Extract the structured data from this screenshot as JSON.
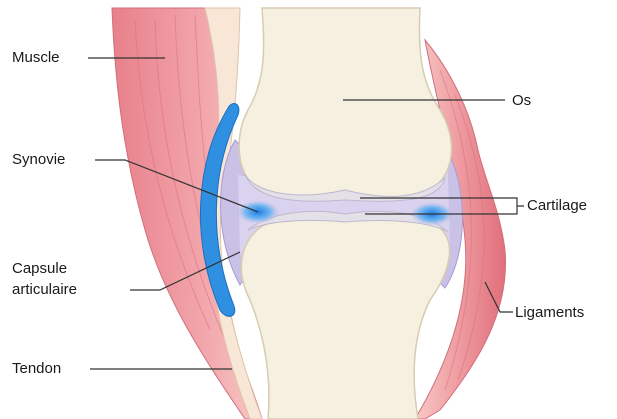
{
  "labels": {
    "muscle": "Muscle",
    "os": "Os",
    "synovie": "Synovie",
    "cartilage": "Cartilage",
    "capsule_line1": "Capsule",
    "capsule_line2": "articulaire",
    "ligaments": "Ligaments",
    "tendon": "Tendon"
  },
  "colors": {
    "bone": "#f6f0e1",
    "bone_outline": "#d8ccb0",
    "muscle": "#ef9aa0",
    "muscle_dark": "#e06f7b",
    "capsule": "#c9c1e6",
    "synovial_blue": "#2f8fe0",
    "leader_line": "#333333",
    "label_text": "#1a1a1a"
  }
}
